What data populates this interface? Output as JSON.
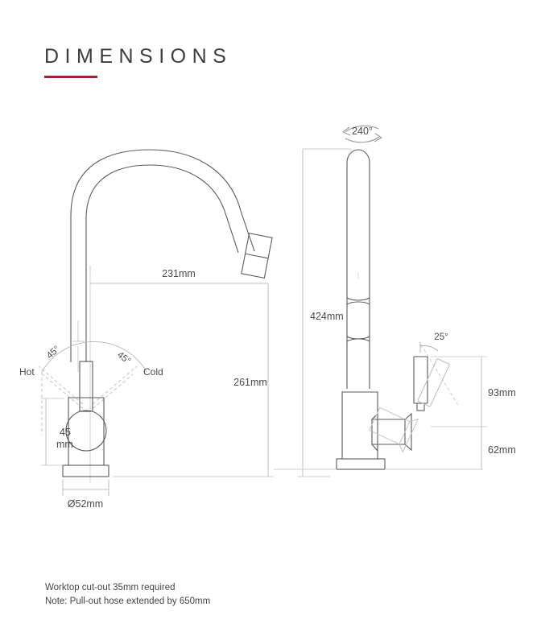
{
  "header": {
    "title": "DIMENSIONS",
    "rule_color": "#9d2235"
  },
  "colors": {
    "outline": "#5a5a5a",
    "dimension_line": "#b9b9b9",
    "text": "#4a4a4a",
    "accent": "#9d2235",
    "background": "#ffffff"
  },
  "front_view": {
    "name": "front-elevation",
    "dimensions": {
      "spout_reach": "231mm",
      "spout_height": "261mm",
      "handle_height": "45\nmm",
      "handle_height_line1": "45",
      "handle_height_line2": "mm",
      "base_diameter": "Ø52mm"
    },
    "labels": {
      "hot": "Hot",
      "cold": "Cold",
      "angle_left": "45°",
      "angle_right": "45°"
    }
  },
  "side_view": {
    "name": "side-elevation",
    "dimensions": {
      "overall_height": "424mm",
      "upper_offset": "93mm",
      "lower_offset": "62mm"
    },
    "labels": {
      "swivel": "240°",
      "lever_angle": "25°"
    }
  },
  "notes": [
    "Worktop cut-out 35mm required",
    "Note: Pull-out hose extended by 650mm"
  ]
}
